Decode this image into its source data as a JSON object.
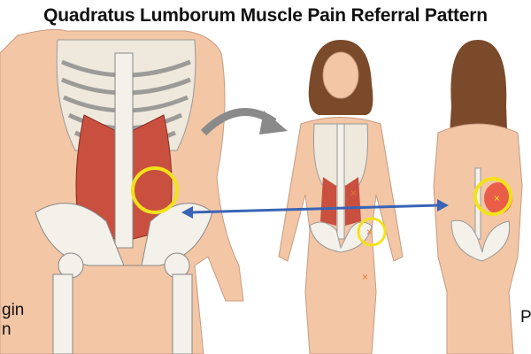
{
  "title": "Quadratus Lumborum Muscle Pain Referral Pattern",
  "left_label_lines": [
    "gin",
    "n"
  ],
  "right_label": "P",
  "colors": {
    "skin": "#f3c6a6",
    "muscle": "#c9503f",
    "bone": "#f4f1ea",
    "highlight": "#f2e21a",
    "arrow_blue": "#3a64b5",
    "arrow_gray": "#8a8a8a",
    "pain": "#e63a2a",
    "hair": "#7a4a2a"
  }
}
